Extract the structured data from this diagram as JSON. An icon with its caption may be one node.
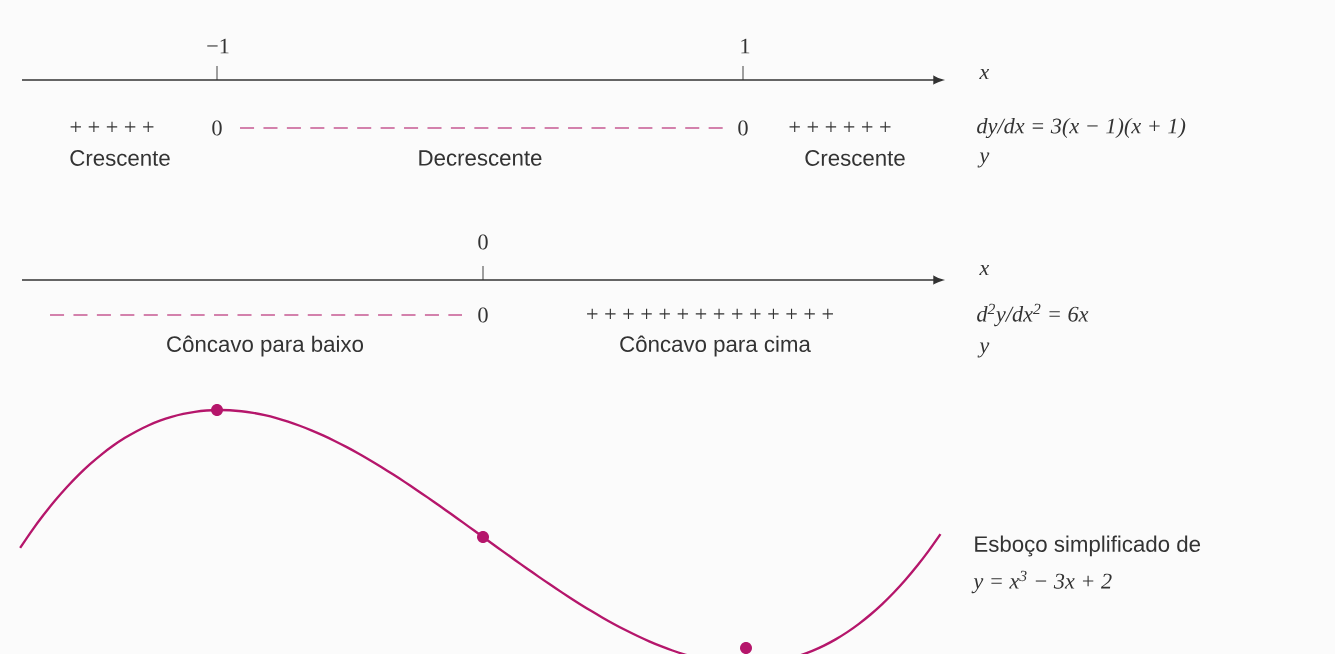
{
  "diagram": {
    "labels": [
      "−1",
      "1",
      "x",
      "+ + + + +",
      "0",
      "0",
      "+ + + + + +",
      "dy/dx = 3(x − 1)(x + 1)",
      "Crescente",
      "Decrescente",
      "Crescente",
      "y",
      "0",
      "x",
      "0",
      "+ + + + + + + + + + + + + +",
      "d$^{2}$y/dx$^{2}$ = 6x",
      "Côncavo para baixo",
      "Côncavo para cima",
      "y",
      "Esboço simplificado de",
      "y = x$^{3}$ − 3x + 2"
    ]
  }
}
